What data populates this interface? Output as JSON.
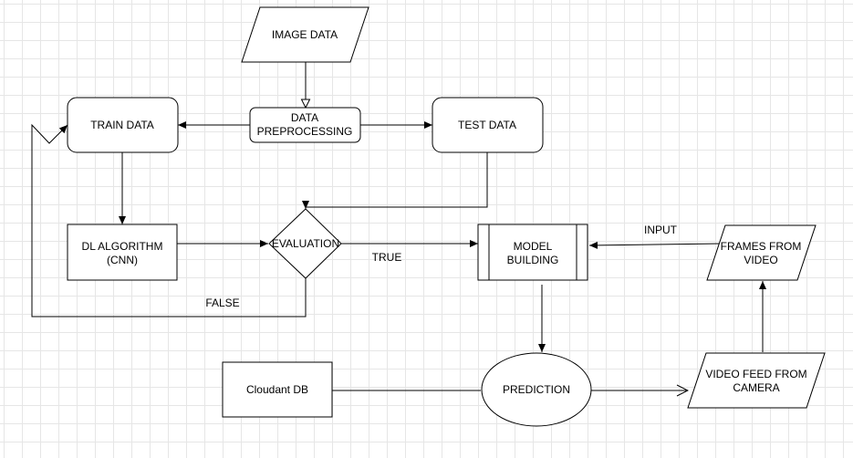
{
  "diagram": {
    "nodes": {
      "image_data": {
        "shape": "parallelogram",
        "label": "IMAGE DATA"
      },
      "data_preprocessing": {
        "shape": "rounded-rectangle",
        "line1": "DATA",
        "line2": "PREPROCESSING"
      },
      "train_data": {
        "shape": "rounded-rectangle",
        "label": "TRAIN DATA"
      },
      "test_data": {
        "shape": "rounded-rectangle",
        "label": "TEST DATA"
      },
      "dl_algorithm": {
        "shape": "rectangle",
        "line1": "DL ALGORITHM",
        "line2": "(CNN)"
      },
      "evaluation": {
        "shape": "diamond",
        "label": "EVALUATION"
      },
      "model_building": {
        "shape": "process",
        "line1": "MODEL",
        "line2": "BUILDING"
      },
      "frames_from_video": {
        "shape": "parallelogram",
        "line1": "FRAMES FROM",
        "line2": "VIDEO"
      },
      "prediction": {
        "shape": "ellipse",
        "label": "PREDICTION"
      },
      "cloudant_db": {
        "shape": "rectangle",
        "label": "Cloudant DB"
      },
      "video_feed": {
        "shape": "parallelogram",
        "line1": "VIDEO FEED FROM",
        "line2": "CAMERA"
      }
    },
    "edges": {
      "true_label": "TRUE",
      "false_label": "FALSE",
      "input_label": "INPUT"
    },
    "colors": {
      "stroke": "#000000",
      "fill": "#ffffff",
      "grid": "#e6e6e6"
    }
  }
}
